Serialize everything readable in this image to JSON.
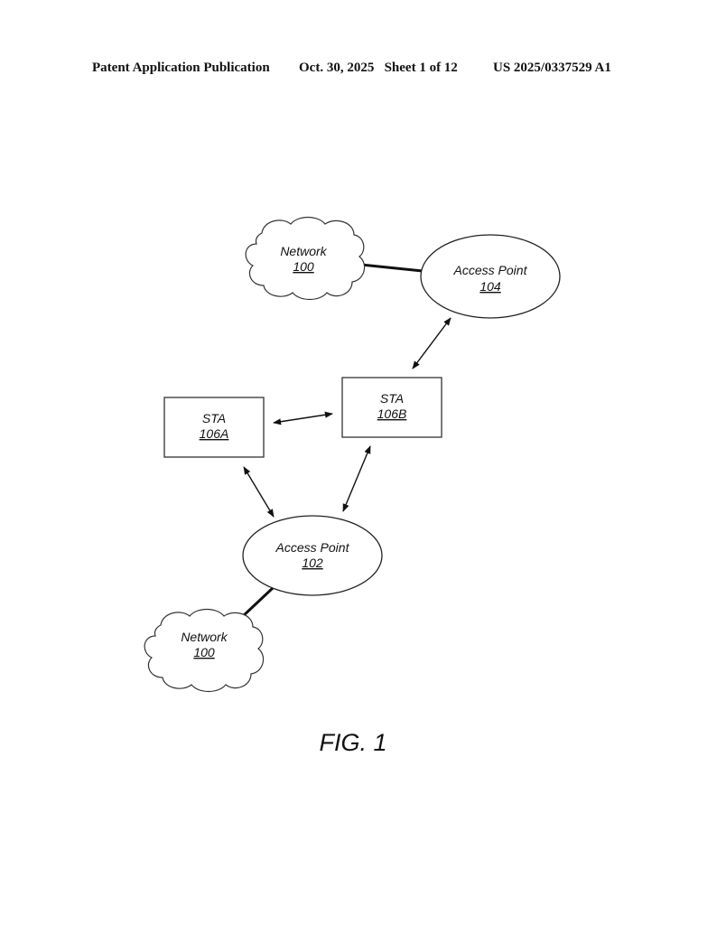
{
  "header": {
    "publication": "Patent Application Publication",
    "date_sheet": "Oct. 30, 2025   Sheet 1 of 12",
    "number": "US 2025/0337529 A1"
  },
  "diagram": {
    "nodes": {
      "network_top": {
        "label": "Network",
        "ref": "100",
        "shape": "cloud"
      },
      "ap_104": {
        "label": "Access Point",
        "ref": "104",
        "shape": "ellipse"
      },
      "sta_106b": {
        "label": "STA",
        "ref": "106B",
        "shape": "rectangle"
      },
      "sta_106a": {
        "label": "STA",
        "ref": "106A",
        "shape": "rectangle"
      },
      "ap_102": {
        "label": "Access Point",
        "ref": "102",
        "shape": "ellipse"
      },
      "network_bottom": {
        "label": "Network",
        "ref": "100",
        "shape": "cloud"
      }
    },
    "edges": [
      {
        "from": "network_top",
        "to": "ap_104",
        "type": "wired"
      },
      {
        "from": "ap_104",
        "to": "sta_106b",
        "type": "bidirectional-arrow"
      },
      {
        "from": "sta_106a",
        "to": "sta_106b",
        "type": "bidirectional-arrow"
      },
      {
        "from": "sta_106a",
        "to": "ap_102",
        "type": "bidirectional-arrow"
      },
      {
        "from": "sta_106b",
        "to": "ap_102",
        "type": "bidirectional-arrow"
      },
      {
        "from": "ap_102",
        "to": "network_bottom",
        "type": "wired"
      }
    ],
    "figure_label": "FIG. 1"
  }
}
